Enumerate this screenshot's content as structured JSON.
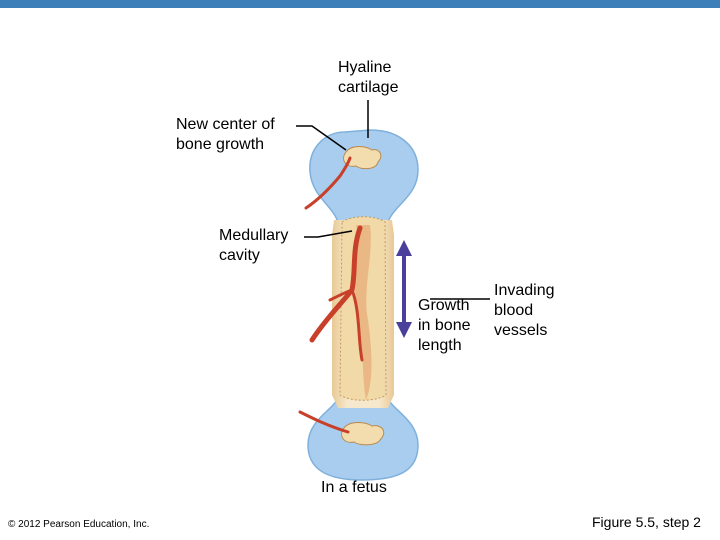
{
  "labels": {
    "hyaline_cartilage": [
      "Hyaline",
      "cartilage"
    ],
    "new_center": [
      "New center of",
      "bone growth"
    ],
    "medullary_cavity": [
      "Medullary",
      "cavity"
    ],
    "invading_vessels": [
      "Invading",
      "blood",
      "vessels"
    ],
    "growth_length": [
      "Growth",
      "in bone",
      "length"
    ],
    "caption": "In a fetus"
  },
  "footer": {
    "copyright": "© 2012 Pearson Education, Inc.",
    "figure": "Figure 5.5, step 2"
  },
  "colors": {
    "top_bar": "#3d7fb8",
    "cartilage": "#a8cdee",
    "bone_shaft": "#f3e3c3",
    "blood_vessel": "#c8402a",
    "arrow": "#4a3f9a"
  }
}
